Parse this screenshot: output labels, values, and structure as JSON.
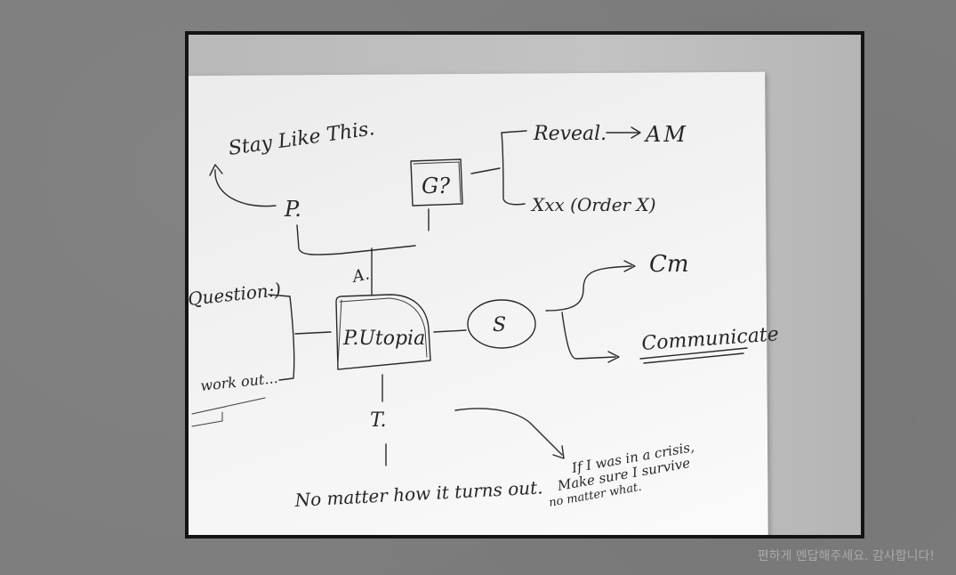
{
  "diagram": {
    "nodes": {
      "stay_like_this": "Stay Like This.",
      "p": "P.",
      "g": "G?",
      "reveal": "Reveal.",
      "am": "AM",
      "xxx_order": "Xxx (Order X)",
      "a": "A.",
      "question": "Question:)",
      "work_out": "work out...",
      "p_utopia": "P.Utopia",
      "s": "S",
      "cm": "Cm",
      "communicate": "Communicate",
      "t": "T.",
      "no_matter_how": "No matter how it turns out.",
      "crisis_line1": "If I was in a crisis,",
      "crisis_line2": "Make sure I survive",
      "crisis_line3": "no matter what."
    }
  },
  "watermark": "편하게 멘답해주세요. 감사합니다!"
}
